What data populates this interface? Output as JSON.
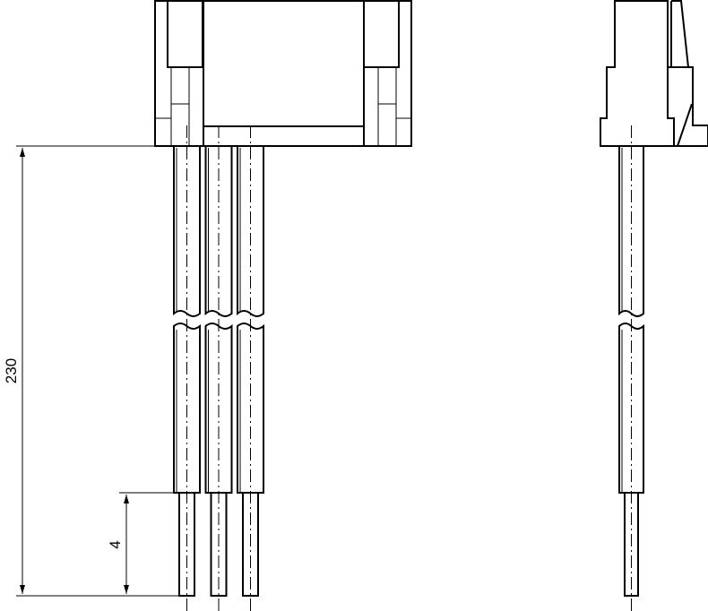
{
  "drawing": {
    "dimensions": [
      {
        "label": "230",
        "orientation": "vertical"
      },
      {
        "label": "4",
        "orientation": "vertical"
      }
    ],
    "views": [
      "front-view",
      "side-view"
    ],
    "wire_count": 3,
    "line_color": "#000000"
  }
}
